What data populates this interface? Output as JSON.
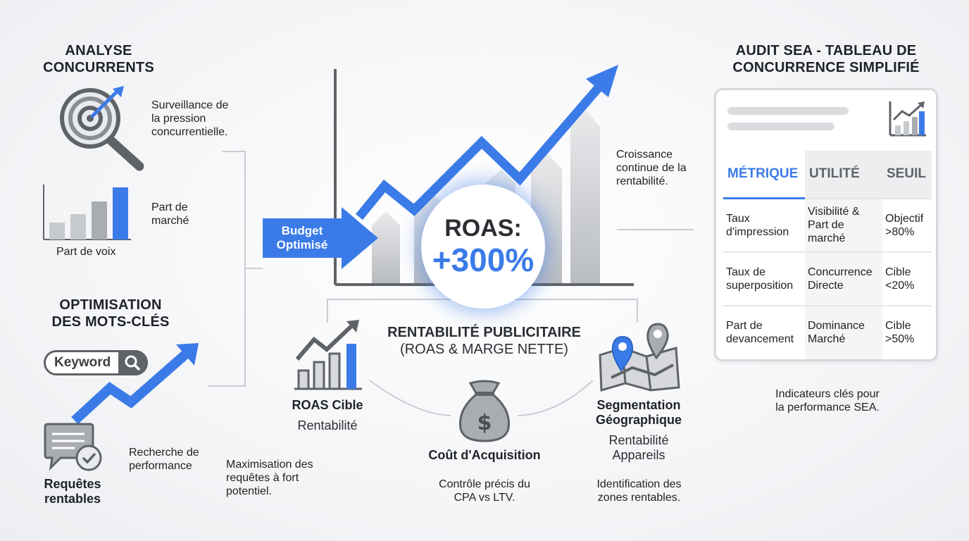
{
  "left": {
    "analyse_title": "ANALYSE\nCONCURRENTS",
    "surveillance": "Surveillance de\nla pression\nconcurrentielle.",
    "part_marche": "Part de\nmarché",
    "part_voix": "Part de voix",
    "optim_title": "OPTIMISATION\nDES MOTS-CLÉS",
    "keyword": "Keyword",
    "requetes": "Requêtes\nrentables",
    "recherche": "Recherche de\nperformance"
  },
  "center": {
    "budget": "Budget\nOptimisé",
    "roas_label": "ROAS:",
    "roas_value": "+300%",
    "croissance": "Croissance\ncontinue de la\nrentabilité.",
    "rentab_title": "RENTABILITÉ PUBLICITAIRE",
    "rentab_sub": "(ROAS & MARGE NETTE)",
    "roas_cible": "ROAS Cible",
    "rentabilite": "Rentabilité",
    "maximisation": "Maximisation des\nrequêtes à fort\npotentiel.",
    "cout": "Coût d'Acquisition",
    "controle": "Contrôle précis du\nCPA vs LTV.",
    "segmentation": "Segmentation\nGéographique",
    "seg_sub": "Rentabilité\nAppareils",
    "identification": "Identification des\nzones rentables."
  },
  "right": {
    "title": "AUDIT SEA - TABLEAU DE\nCONCURRENCE SIMPLIFIÉ",
    "table": {
      "headers": [
        "MÉTRIQUE",
        "UTILITÉ",
        "SEUIL"
      ],
      "rows": [
        [
          "Taux\nd'impression",
          "Visibilité &\nPart de\nmarché",
          "Objectif\n>80%"
        ],
        [
          "Taux de\nsuperposition",
          "Concurrence\nDirecte",
          "Cible\n<20%"
        ],
        [
          "Part de\ndevancement",
          "Dominance\nMarché",
          "Cible\n>50%"
        ]
      ]
    },
    "caption": "Indicateurs clés pour\nla performance SEA."
  },
  "colors": {
    "accent": "#3b7be8",
    "grey_dark": "#5f6368",
    "grey_mid": "#a9adb2",
    "grey_light": "#d6d8db"
  },
  "icons": [
    "target-magnifier-icon",
    "bar-chart-icon",
    "search-icon",
    "rising-arrow-icon",
    "chat-check-icon",
    "trend-chart-icon",
    "money-bag-icon",
    "map-pins-icon",
    "mini-chart-icon"
  ]
}
